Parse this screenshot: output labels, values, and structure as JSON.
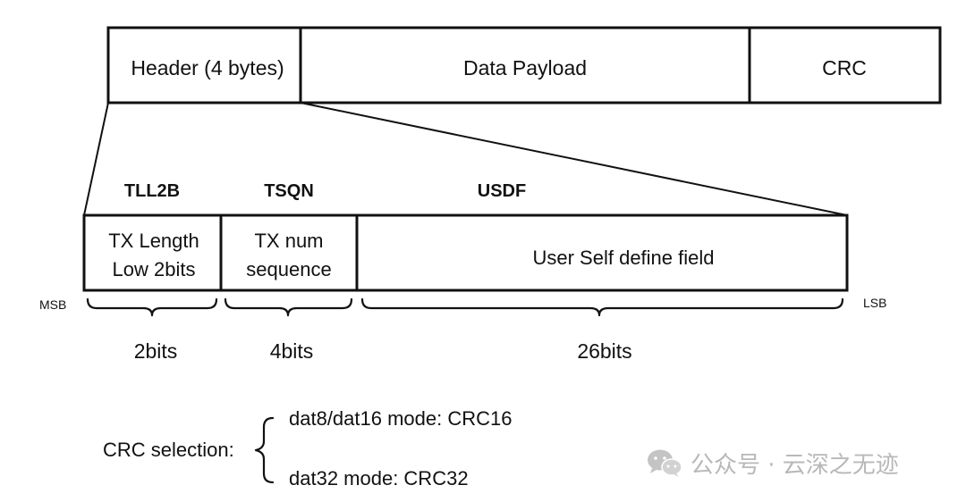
{
  "packet": {
    "header": "Header (4 bytes)",
    "payload": "Data Payload",
    "crc": "CRC"
  },
  "header_fields": {
    "tll2b": {
      "title": "TLL2B",
      "line1": "TX Length",
      "line2": "Low 2bits",
      "bits": "2bits"
    },
    "tsqn": {
      "title": "TSQN",
      "line1": "TX num",
      "line2": "sequence",
      "bits": "4bits"
    },
    "usdf": {
      "title": "USDF",
      "text": "User Self define field",
      "bits": "26bits"
    },
    "msb": "MSB",
    "lsb": "LSB"
  },
  "crc_selection": {
    "label": "CRC selection:",
    "option1": "dat8/dat16 mode:  CRC16",
    "option2": "dat32 mode:  CRC32"
  },
  "watermark": {
    "icon": "wechat-icon",
    "text": "公众号 · 云深之无迹",
    "color": "#b8b8b8"
  }
}
